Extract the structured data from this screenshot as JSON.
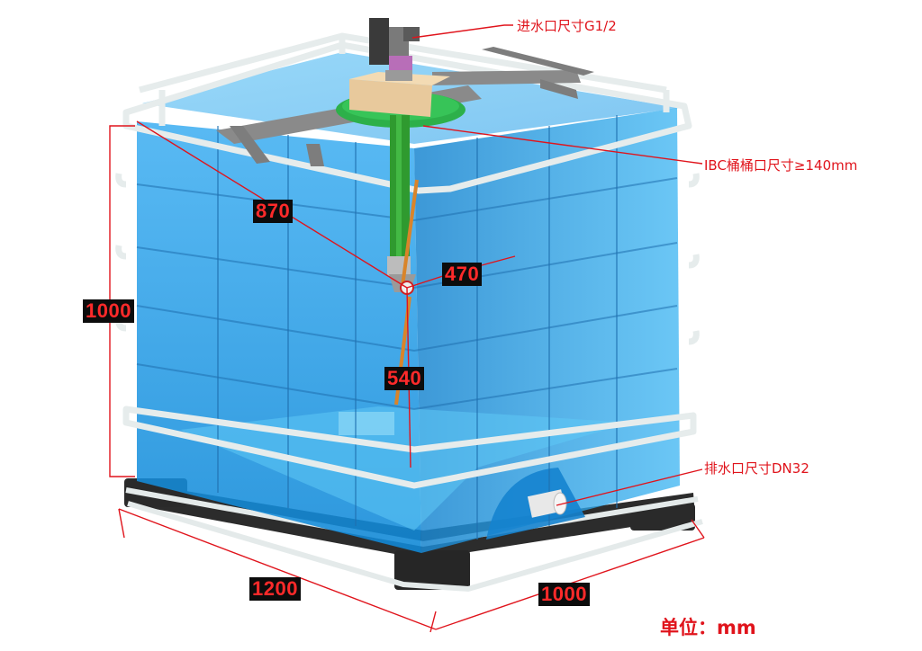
{
  "annotations": {
    "inlet": "进水口尺寸G1/2",
    "ibc_opening": "IBC桶桶口尺寸≥140mm",
    "drain": "排水口尺寸DN32"
  },
  "dimensions": {
    "height": "1000",
    "length": "1200",
    "width": "1000",
    "diagonal": "870",
    "arm": "470",
    "pipe": "540"
  },
  "unit_label": "单位：mm",
  "colors": {
    "water": "#1e9be6",
    "frame": "#e6ecec",
    "annotation": "#e0141c",
    "label_bg": "#0c0c0c",
    "pipe": "#2f9a2f",
    "pallet": "#2c2c2c"
  }
}
